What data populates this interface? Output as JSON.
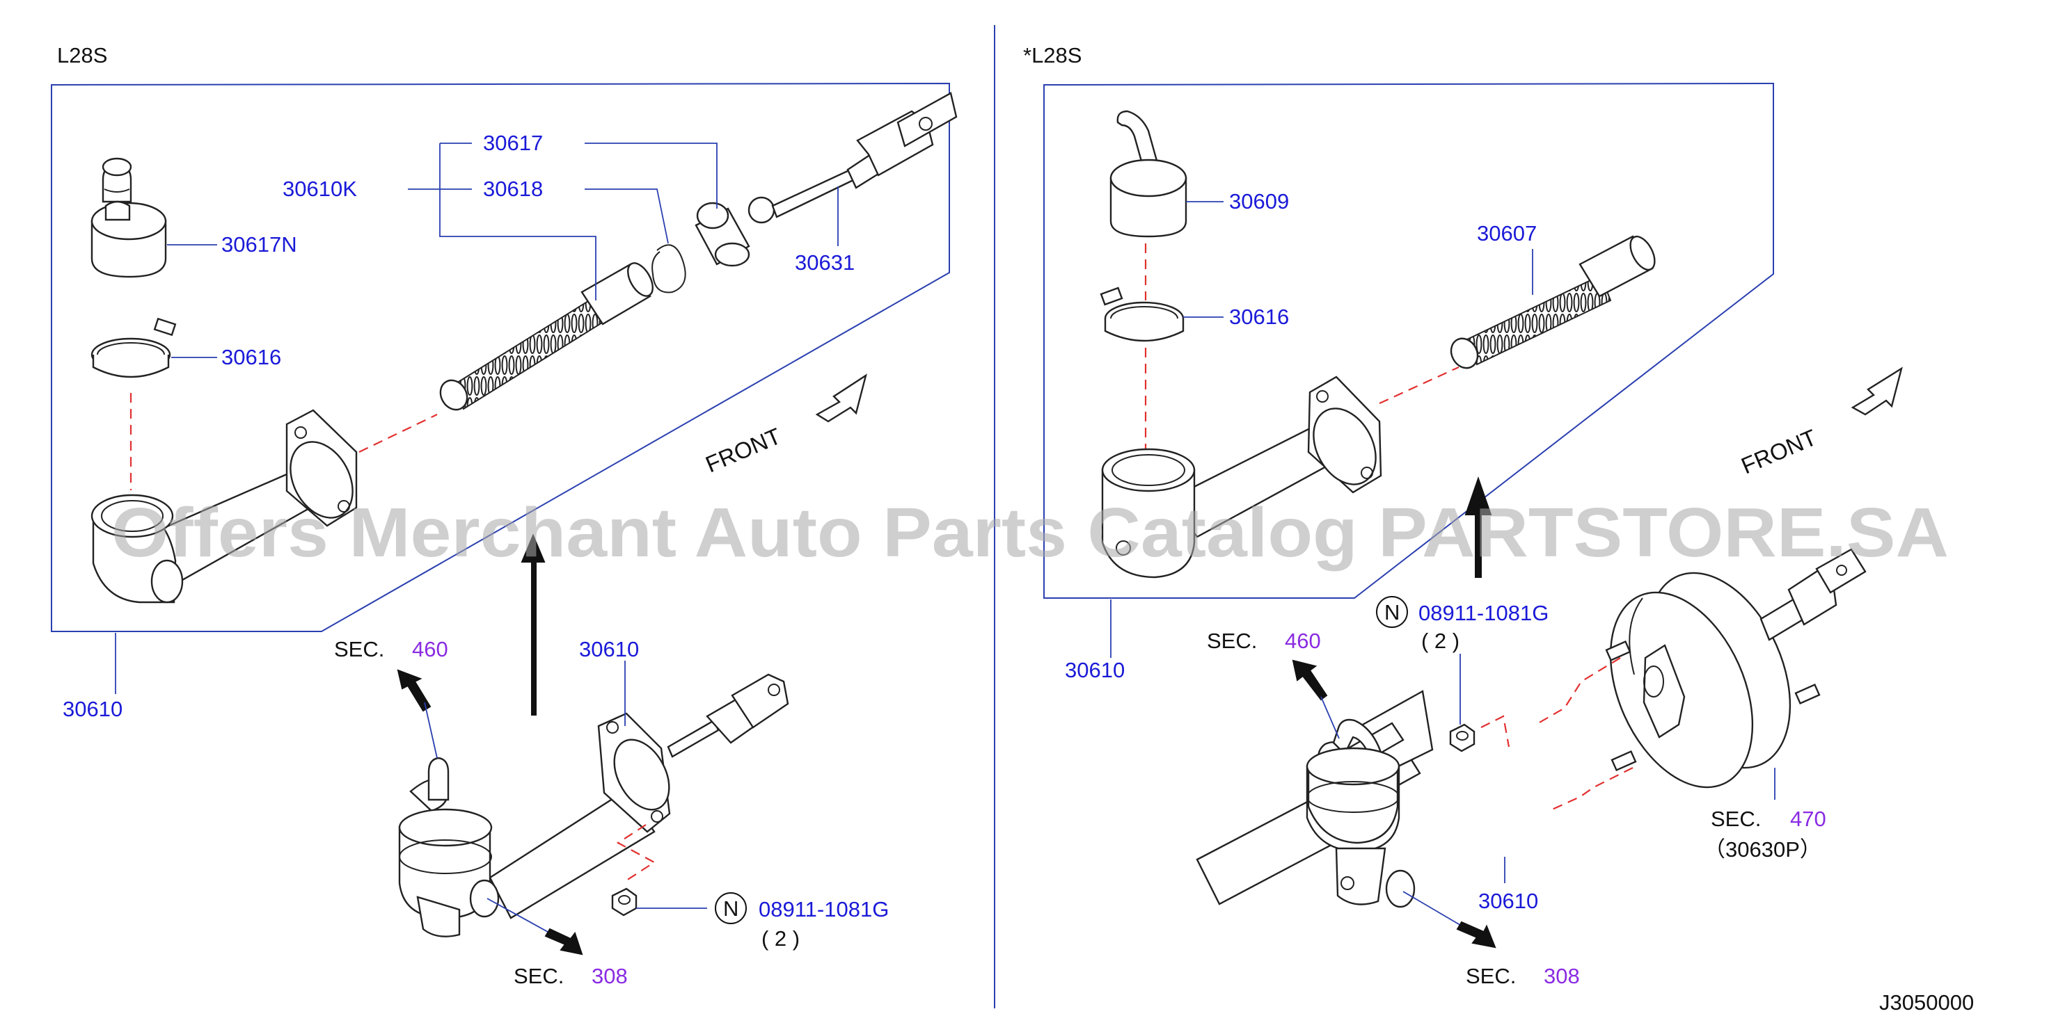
{
  "colors": {
    "part_number": "#1a1ad8",
    "section_ref": "#8a2be2",
    "leader_line": "#2a3fb0",
    "hidden_line": "#e23030",
    "outline": "#222222",
    "watermark": "#a8a8a8"
  },
  "watermark": "Offers Merchant Auto Parts Catalog PARTSTORE.SA",
  "diagram_code": "J3050000",
  "left_panel": {
    "variant": "L28S",
    "front_label": "FRONT",
    "parts": {
      "p30617": "30617",
      "p30610k": "30610K",
      "p30618": "30618",
      "p30617n": "30617N",
      "p30631": "30631",
      "p30616": "30616",
      "p30610_frame": "30610",
      "p30610_assembly": "30610"
    },
    "sec_460": {
      "label": "SEC.",
      "number": "460"
    },
    "sec_308": {
      "label": "SEC.",
      "number": "308"
    },
    "nut": {
      "symbol": "N",
      "part": "08911-1081G",
      "qty": "( 2 )"
    }
  },
  "right_panel": {
    "variant": "*L28S",
    "front_label": "FRONT",
    "parts": {
      "p30609": "30609",
      "p30607": "30607",
      "p30616": "30616",
      "p30610_frame": "30610",
      "p30610_assembly": "30610"
    },
    "nut": {
      "symbol": "N",
      "part": "08911-1081G",
      "qty": "( 2 )"
    },
    "sec_460": {
      "label": "SEC.",
      "number": "460"
    },
    "sec_470": {
      "label": "SEC.",
      "number": "470",
      "sub": "（30630P）"
    },
    "sec_308": {
      "label": "SEC.",
      "number": "308"
    }
  }
}
